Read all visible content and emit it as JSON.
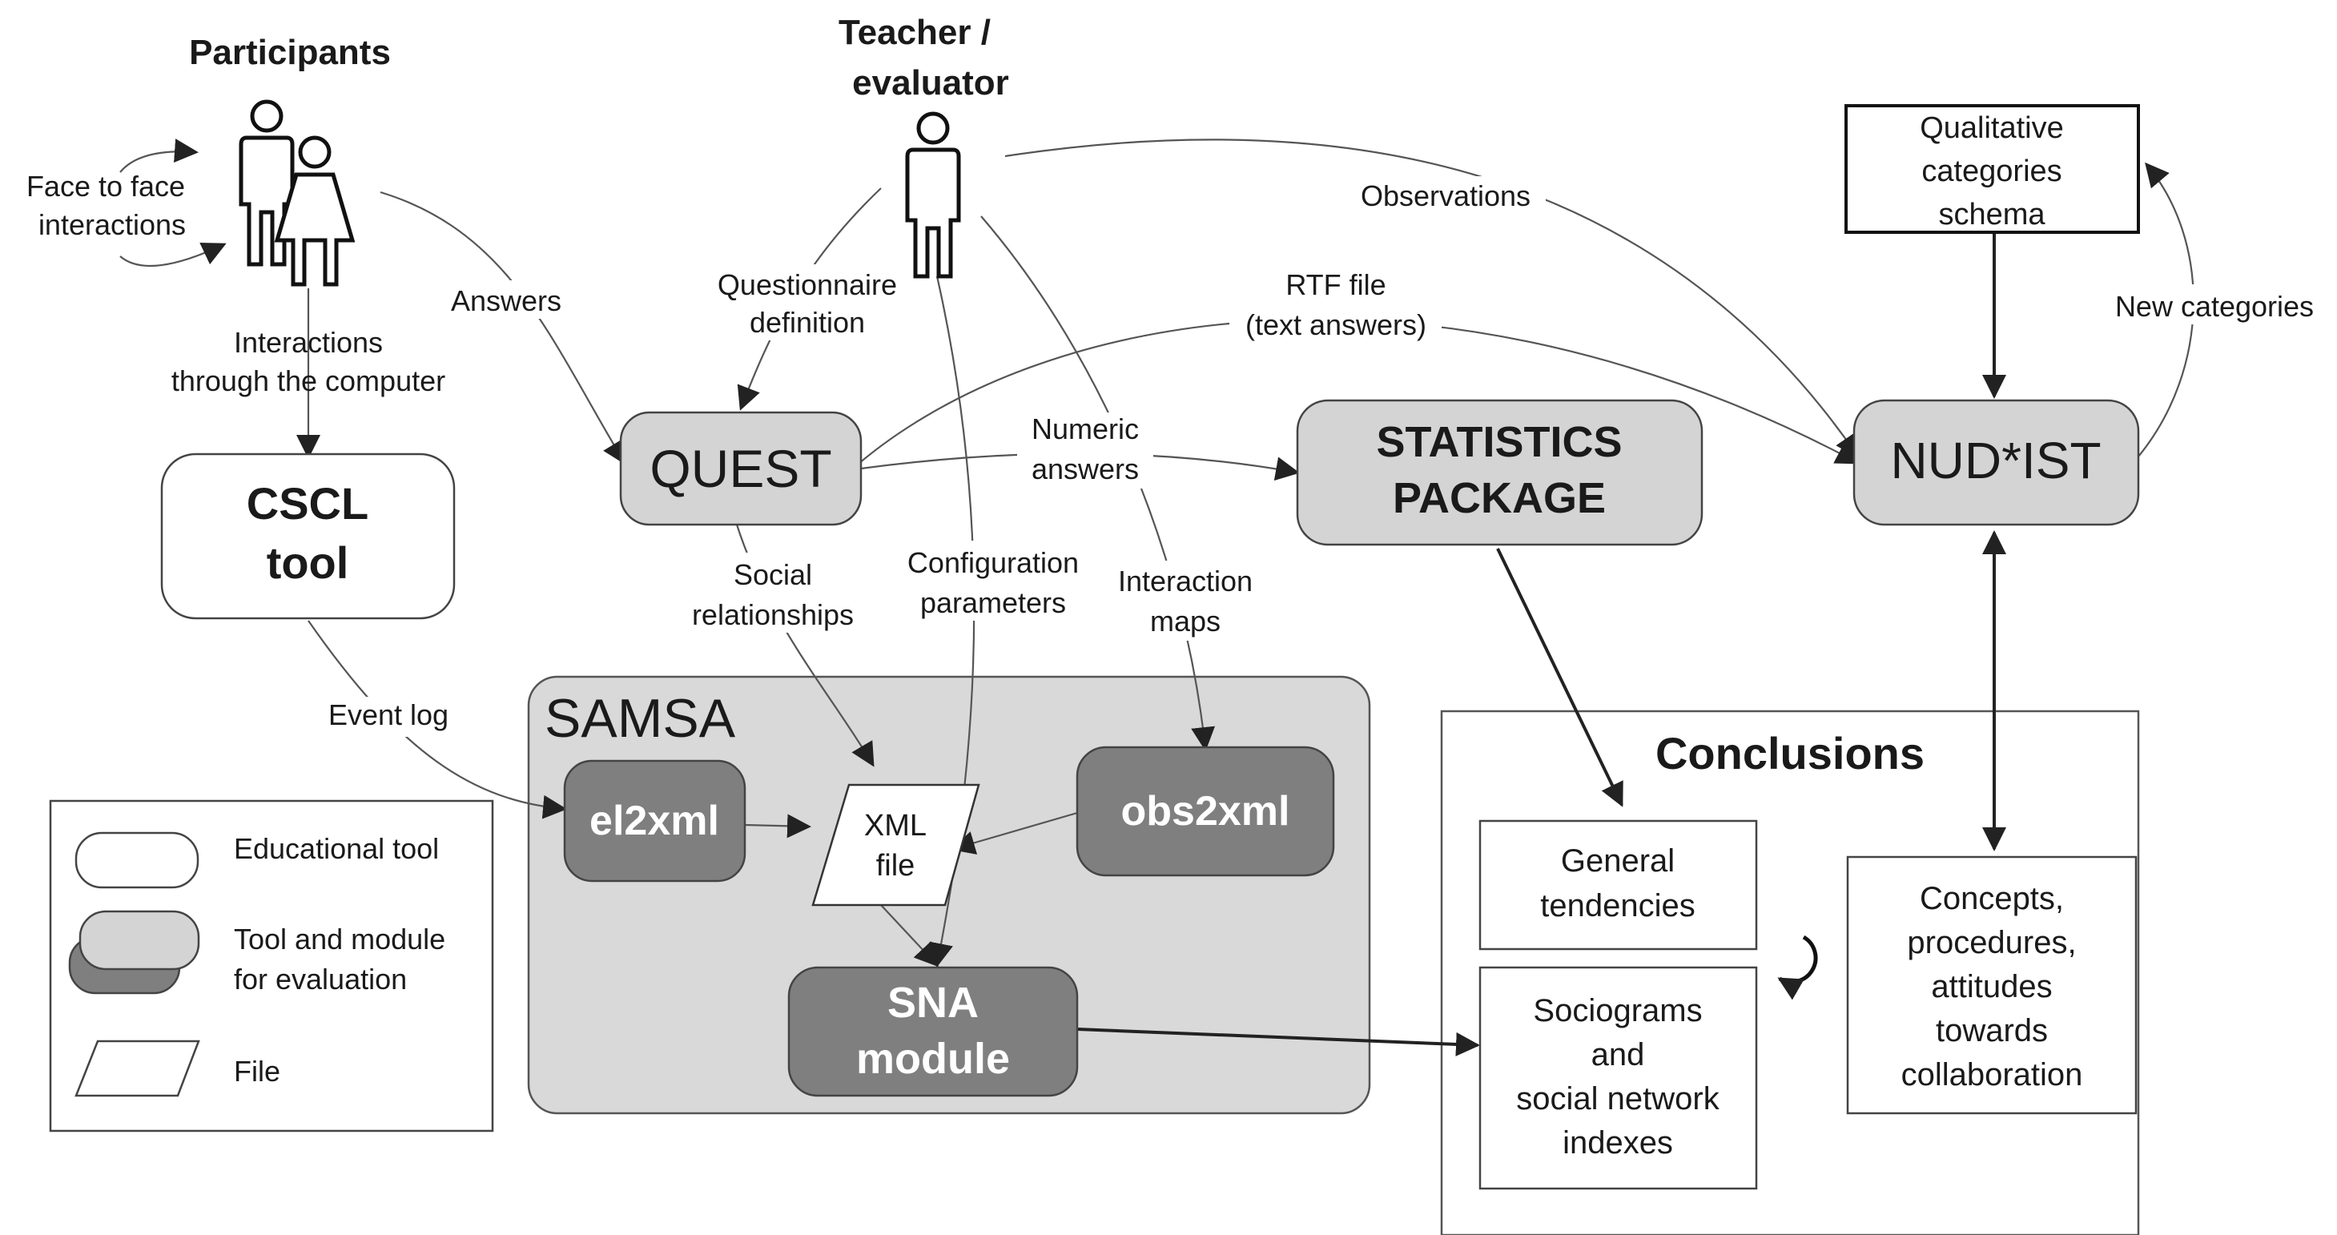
{
  "actors": {
    "participants": "Participants",
    "teacher_line1": "Teacher /",
    "teacher_line2": "evaluator"
  },
  "loop_label": {
    "line1": "Face to face",
    "line2": "interactions"
  },
  "nodes": {
    "cscl": {
      "line1": "CSCL",
      "line2": "tool"
    },
    "quest": "QUEST",
    "statistics": {
      "line1": "STATISTICS",
      "line2": "PACKAGE"
    },
    "nudist": "NUD*IST",
    "qual_schema": {
      "line1": "Qualitative",
      "line2": "categories",
      "line3": "schema"
    },
    "samsa": "SAMSA",
    "el2xml": "el2xml",
    "xml_file": {
      "line1": "XML",
      "line2": "file"
    },
    "obs2xml": "obs2xml",
    "sna": {
      "line1": "SNA",
      "line2": "module"
    },
    "conclusions": "Conclusions",
    "general": {
      "line1": "General",
      "line2": "tendencies"
    },
    "sociograms": {
      "line1": "Sociograms",
      "line2": "and",
      "line3": "social network",
      "line4": "indexes"
    },
    "concepts": {
      "line1": "Concepts,",
      "line2": "procedures,",
      "line3": "attitudes",
      "line4": "towards",
      "line5": "collaboration"
    }
  },
  "edges": {
    "interactions_computer": {
      "line1": "Interactions",
      "line2": "through the computer"
    },
    "answers": "Answers",
    "questionnaire": {
      "line1": "Questionnaire",
      "line2": "definition"
    },
    "observations": "Observations",
    "rtf": {
      "line1": "RTF file",
      "line2": "(text answers)"
    },
    "numeric": {
      "line1": "Numeric",
      "line2": "answers"
    },
    "new_categories": "New categories",
    "social": {
      "line1": "Social",
      "line2": "relationships"
    },
    "configuration": {
      "line1": "Configuration",
      "line2": "parameters"
    },
    "interaction_maps": {
      "line1": "Interaction",
      "line2": "maps"
    },
    "event_log": "Event log"
  },
  "legend": {
    "educational": "Educational tool",
    "evaluation": {
      "line1": "Tool and module",
      "line2": "for evaluation"
    },
    "file": "File"
  },
  "colors": {
    "tool_light": "#d4d4d4",
    "module_dark": "#7f7f7f",
    "samsa_bg": "#d9d9d9",
    "stroke": "#333333"
  }
}
